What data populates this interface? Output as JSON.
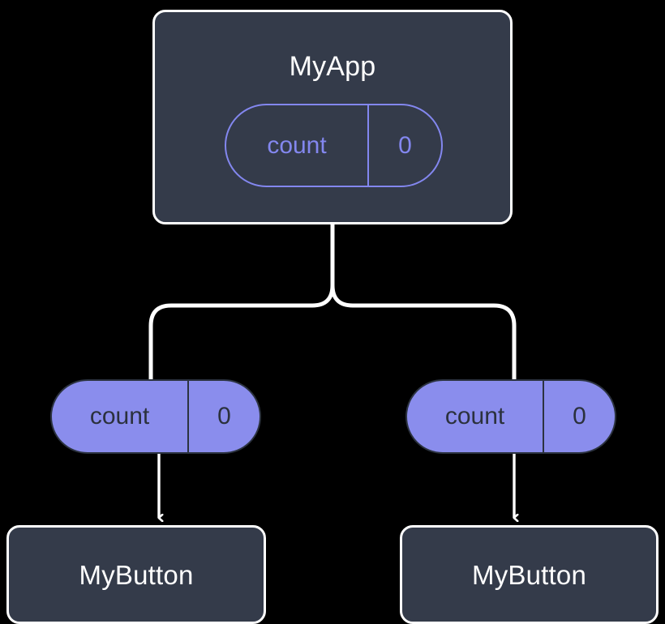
{
  "diagram": {
    "title": "React state flow: MyApp count state passed down to MyButton children",
    "background_color": "#000000",
    "colors": {
      "component_fill": "#343b4a",
      "component_border": "#ffffff",
      "component_text": "#ffffff",
      "state_accent": "#8387ef",
      "prop_pill_fill": "#8a8ded",
      "prop_pill_text": "#2b313d",
      "connector": "#ffffff",
      "arrow": "#ffffff"
    }
  },
  "root": {
    "name": "root-component",
    "label": "MyApp",
    "state_pill": {
      "key": "count",
      "value": "0",
      "style": "outline"
    }
  },
  "branches": [
    {
      "side": "left",
      "prop_pill": {
        "key": "count",
        "value": "0",
        "style": "filled"
      },
      "child": {
        "label": "MyButton"
      }
    },
    {
      "side": "right",
      "prop_pill": {
        "key": "count",
        "value": "0",
        "style": "filled"
      },
      "child": {
        "label": "MyButton"
      }
    }
  ],
  "connectors": {
    "trunk_label": "state-down-trunk",
    "fork_label": "state-fork",
    "left_arrow_label": "prop-arrow-left",
    "right_arrow_label": "prop-arrow-right"
  }
}
